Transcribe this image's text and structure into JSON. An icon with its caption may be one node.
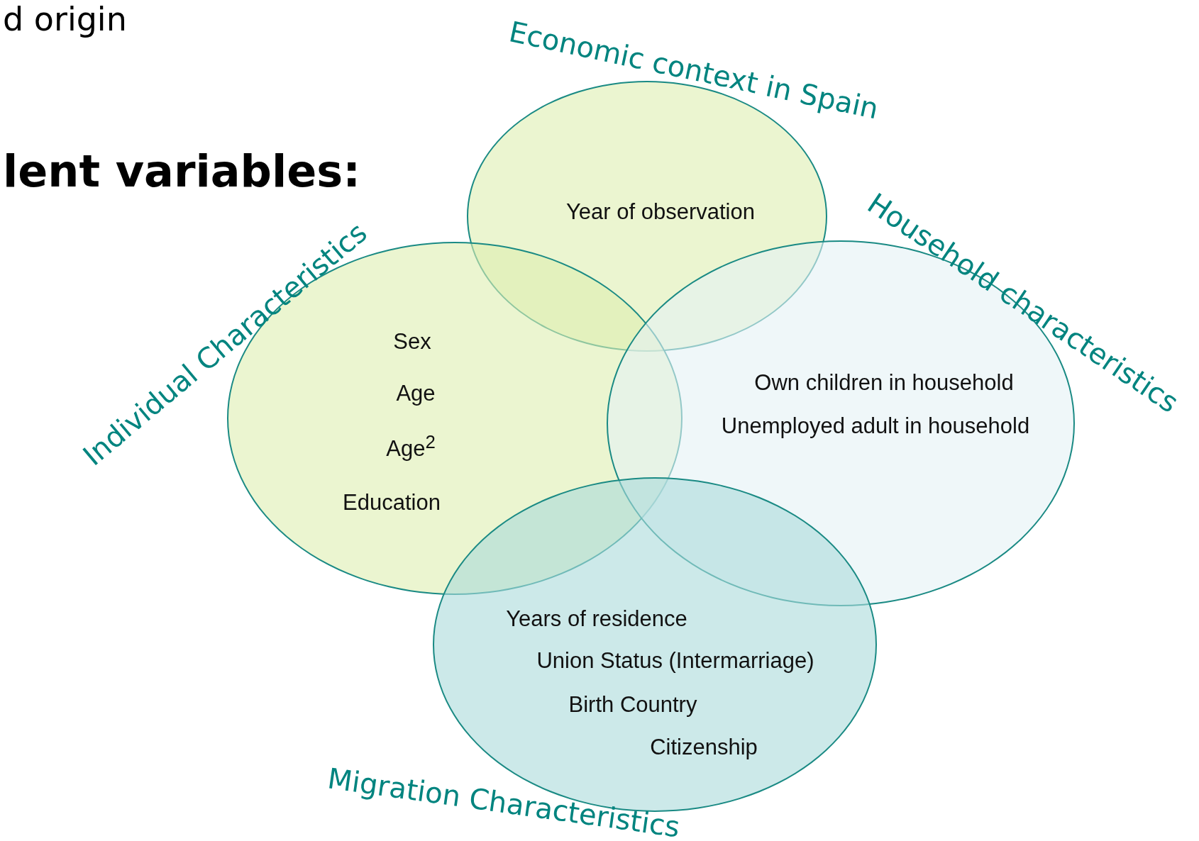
{
  "diagram": {
    "nodes": [
      {
        "text": [
          "Economic context in Spain",
          "Year of observation"
        ]
      },
      {
        "text": [
          "Individual Characteristics",
          "Sex",
          "Age",
          "Age$^{2}$",
          "Education"
        ]
      },
      {
        "text": [
          "Household characteristics",
          "Own children in household",
          "Unemployed adult in household"
        ]
      },
      {
        "text": [
          "Migration Characteristics",
          "Years of residence",
          "Union Status (Intermarriage)",
          "Birth Country",
          "Citizenship"
        ]
      }
    ],
    "labels": [
      "d origin",
      "lent variables:"
    ]
  }
}
